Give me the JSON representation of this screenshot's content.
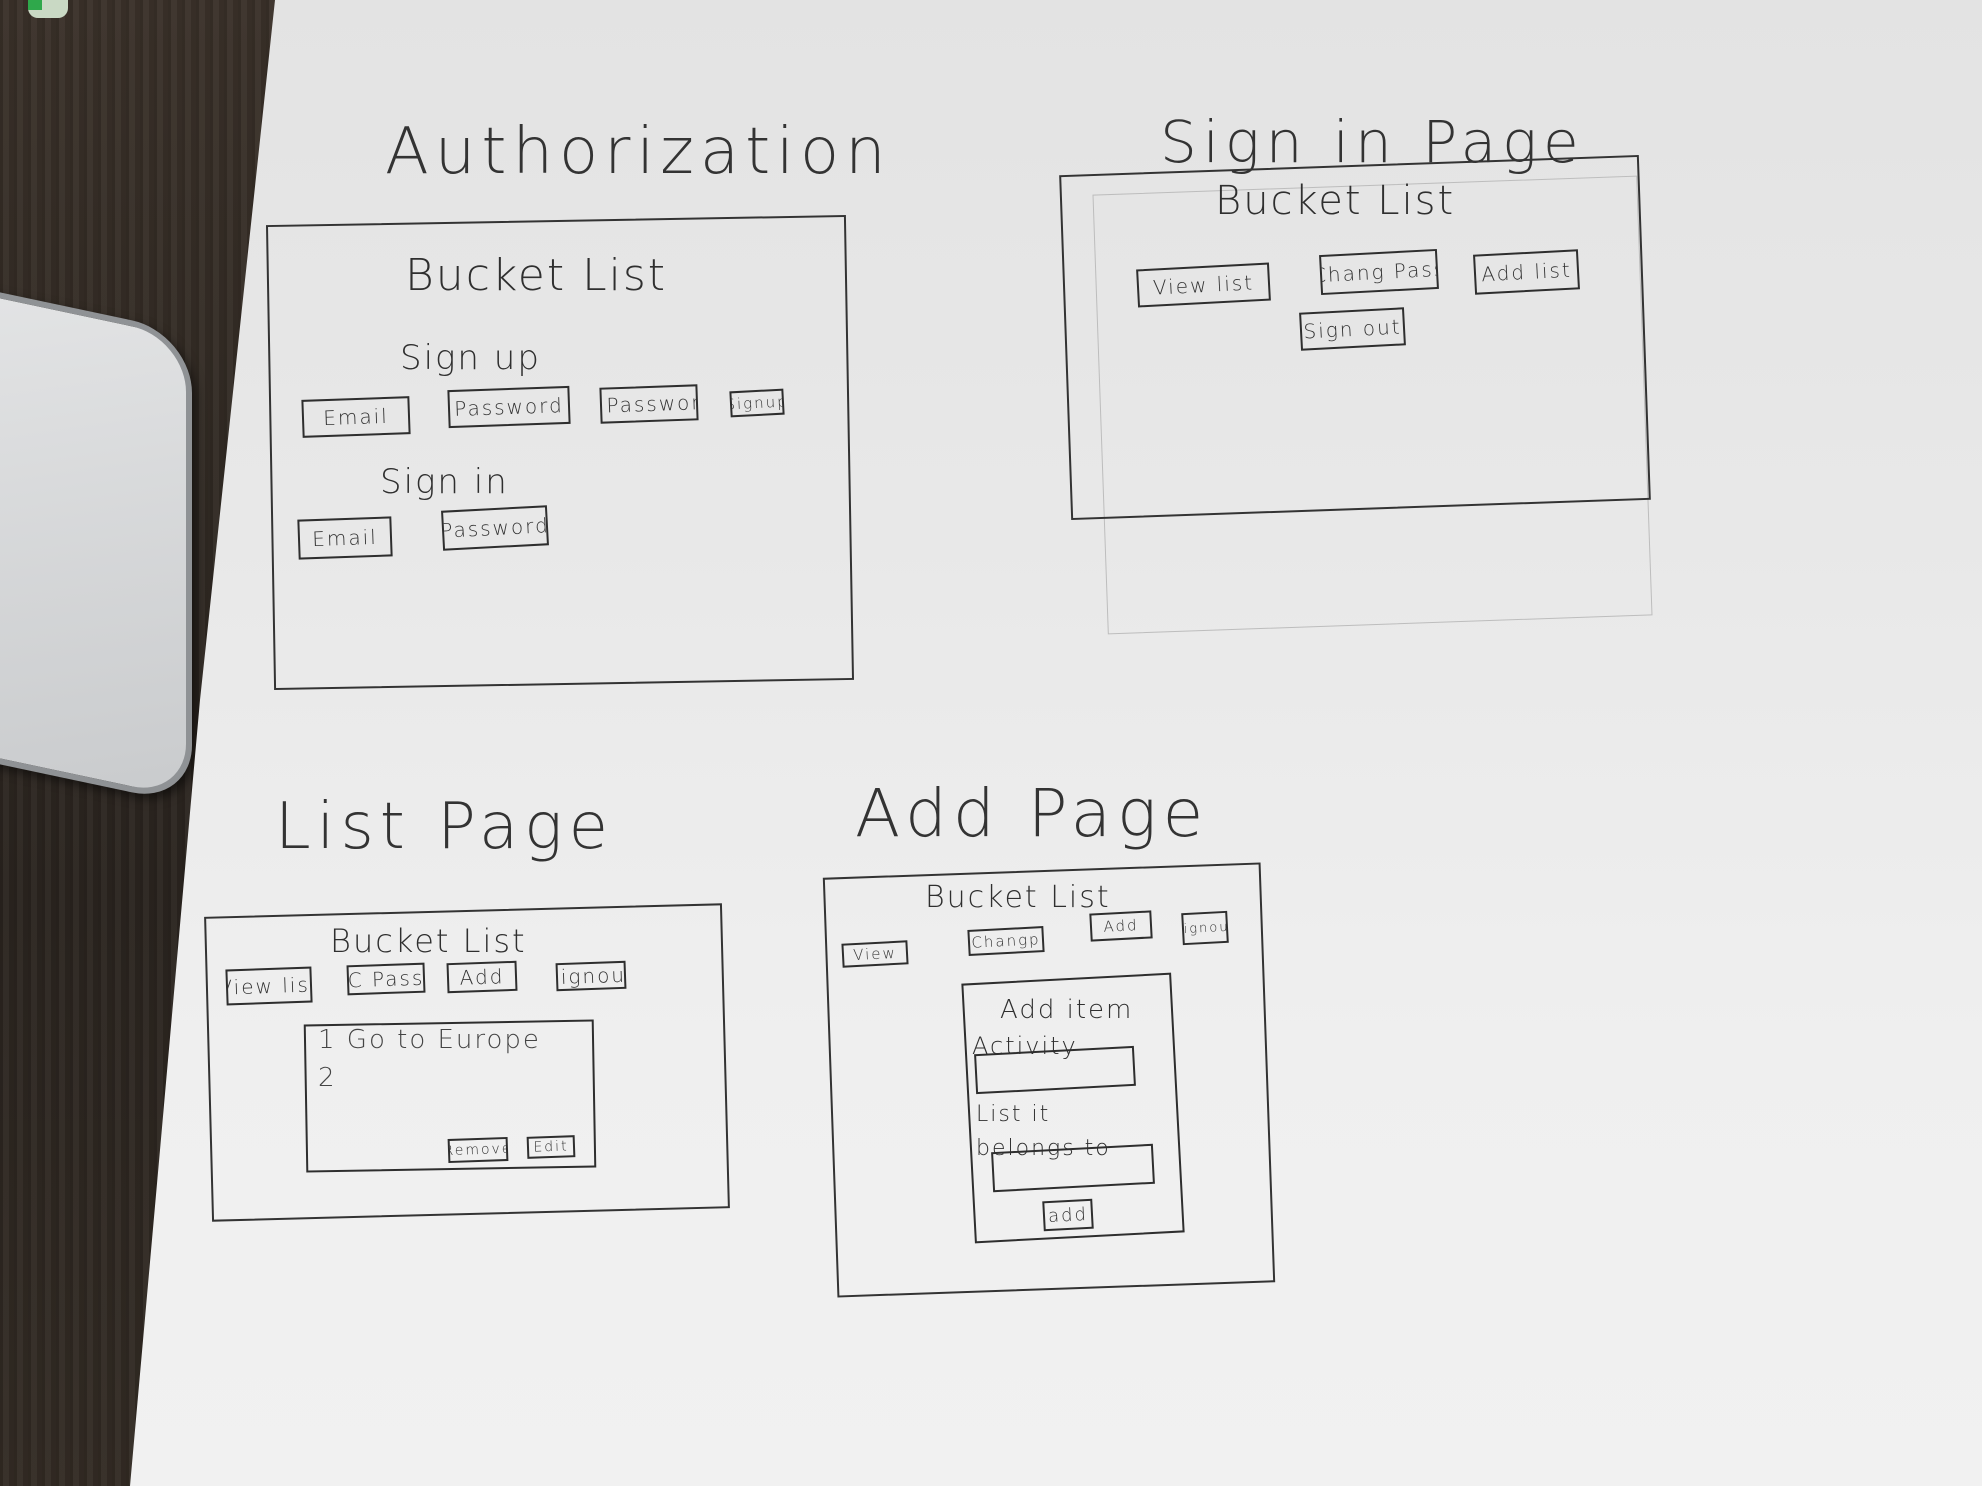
{
  "authorization": {
    "title": "Authorization",
    "app_title": "Bucket List",
    "signup_heading": "Sign up",
    "signup_fields": [
      "Email",
      "Password",
      "C Password"
    ],
    "signup_button": "Signup",
    "signin_heading": "Sign in",
    "signin_fields": [
      "Email",
      "Password"
    ]
  },
  "signin_page": {
    "title": "Sign in Page",
    "app_title": "Bucket List",
    "buttons": [
      "View list",
      "Chang Pass",
      "Add list"
    ],
    "signout_button": "Sign out"
  },
  "list_page": {
    "title": "List Page",
    "app_title": "Bucket List",
    "nav": [
      "View list",
      "C Pass",
      "Add",
      "Signout"
    ],
    "items": [
      "1 Go to Europe",
      "2"
    ],
    "remove_button": "Remove",
    "edit_button": "Edit"
  },
  "add_page": {
    "title": "Add Page",
    "app_title": "Bucket List",
    "nav": [
      "View",
      "Changp",
      "Add",
      "Signout"
    ],
    "form_title": "Add item",
    "activity_label": "Activity",
    "list_label": "List it belongs to",
    "add_button": "add"
  }
}
